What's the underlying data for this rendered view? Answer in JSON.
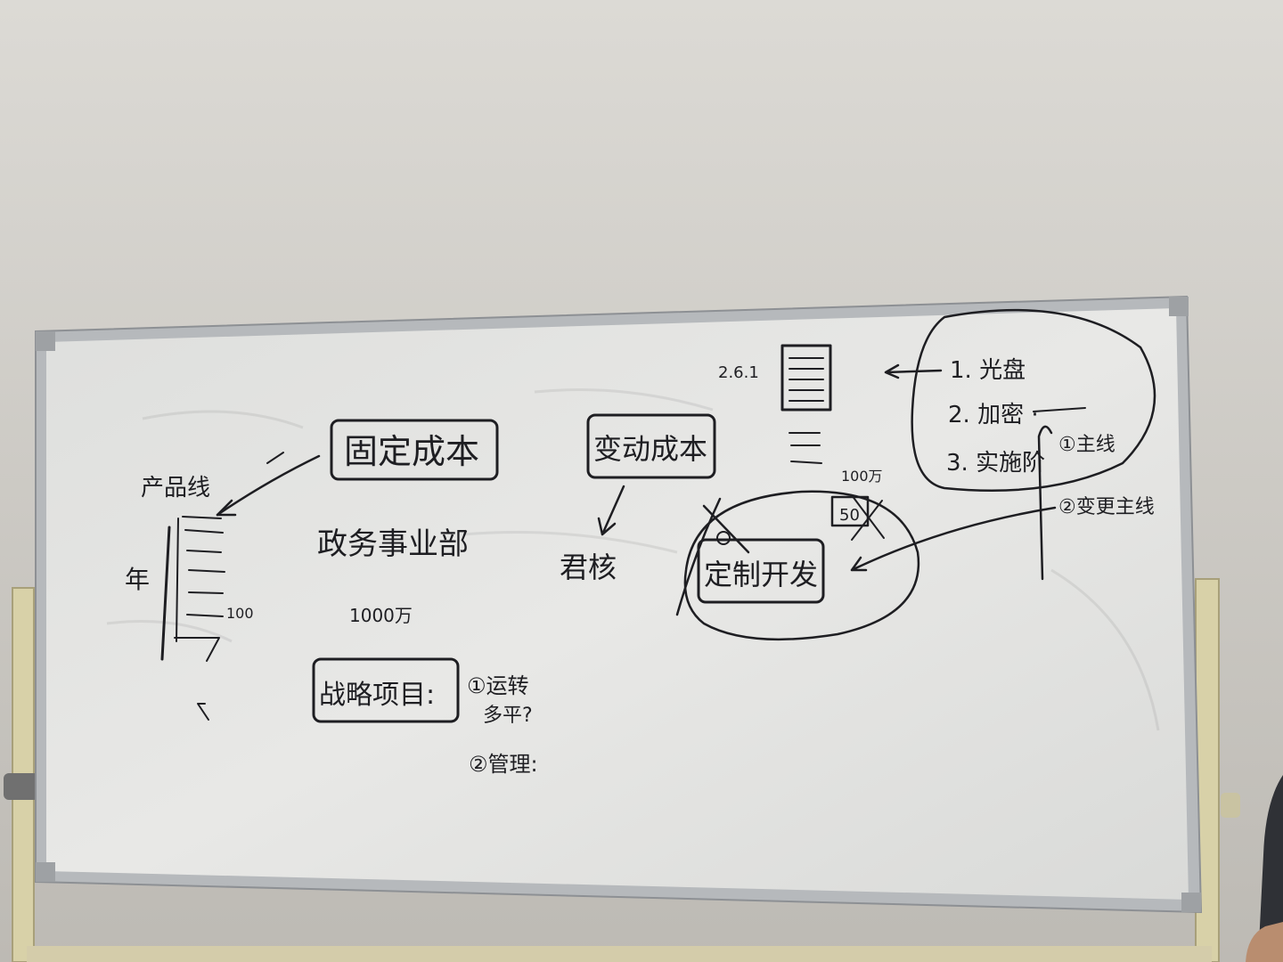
{
  "scene": {
    "wall_color": "#d6d3ce",
    "board_color": "#e4e4e2",
    "frame_color": "#b9bcbf",
    "ink_color": "#1e1e22"
  },
  "board": {
    "left": {
      "vertical_label": "产品线",
      "year_label": "年",
      "scale_number": "100"
    },
    "fixed_cost": "固定成本",
    "government_dept": "政务事业部",
    "government_amount": "1000万",
    "strategy_group": "战略项目:",
    "strategy_note_1": "①运转",
    "strategy_note_2": "多平?",
    "strategy_note_3": "②管理:",
    "variable_cost": "变动成本",
    "variable_result": "君核",
    "version": "2.6.1",
    "custom_dev": "定制开发",
    "custom_box_number": "50",
    "custom_amount": "100万",
    "list": [
      "1. 光盘",
      "2. 加密 ·",
      "3. 实施阶"
    ],
    "main_line_1": "①主线",
    "main_line_2": "②变更主线"
  }
}
